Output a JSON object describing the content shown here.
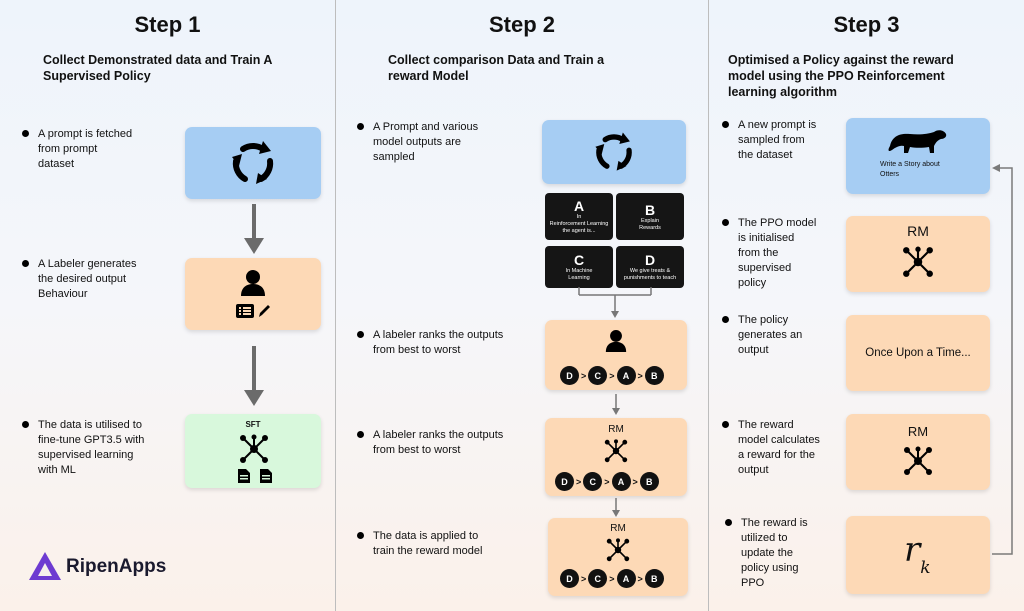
{
  "colors": {
    "blue_box": "#a6cdf3",
    "peach_box": "#fdd9b6",
    "green_box": "#d8f8dc",
    "arrow": "#6b6b6b",
    "logo_purple": "#6d3bd1"
  },
  "step1": {
    "title": "Step 1",
    "subtitle_line1": "Collect Demonstrated data and Train A",
    "subtitle_line2": "Supervised Policy",
    "bullets": [
      [
        "A prompt is fetched",
        "from prompt",
        "dataset"
      ],
      [
        "A Labeler generates",
        "the desired output",
        "Behaviour"
      ],
      [
        "The data is utilised to",
        "fine-tune GPT3.5 with",
        "supervised learning",
        "with ML"
      ]
    ],
    "sft_label": "SFT"
  },
  "step2": {
    "title": "Step 2",
    "subtitle_line1": "Collect comparison Data and Train a",
    "subtitle_line2": "reward Model",
    "bullets": [
      [
        "A Prompt and various",
        "model outputs are",
        "sampled"
      ],
      [
        "A labeler ranks the outputs",
        "from best to worst"
      ],
      [
        "A labeler ranks the outputs",
        "from best to worst"
      ],
      [
        "The data is applied to",
        "train the reward model"
      ]
    ],
    "cards": [
      {
        "letter": "A",
        "text": [
          "In",
          "Reinforcement Learning",
          "the agent is..."
        ]
      },
      {
        "letter": "B",
        "text": [
          "Explain",
          "Rewards"
        ]
      },
      {
        "letter": "C",
        "text": [
          "In Machine",
          "Learning"
        ]
      },
      {
        "letter": "D",
        "text": [
          "We give treats &",
          "punishments to teach"
        ]
      }
    ],
    "ranking": [
      "D",
      "C",
      "A",
      "B"
    ],
    "rank_sep": ">",
    "rm_label": "RM"
  },
  "step3": {
    "title": "Step 3",
    "subtitle_line1": "Optimised a Policy against the reward",
    "subtitle_line2": "model using the PPO Reinforcement",
    "subtitle_line3": "learning algorithm",
    "bullets": [
      [
        "A new prompt is",
        "sampled from",
        "the dataset"
      ],
      [
        "The PPO model",
        "is initialised",
        "from the",
        "supervised",
        "policy"
      ],
      [
        "The policy",
        "generates an",
        "output"
      ],
      [
        "The reward",
        "model calculates",
        "a reward for the",
        "output"
      ],
      [
        "The reward is",
        "utilized to",
        "update the",
        "policy using",
        "PPO"
      ]
    ],
    "prompt_line1": "Write a Story about",
    "prompt_line2": "Otters",
    "rm_label": "RM",
    "output_text": "Once Upon a Time...",
    "reward_symbol": "r",
    "reward_sub": "k"
  },
  "brand": {
    "name": "RipenApps"
  }
}
